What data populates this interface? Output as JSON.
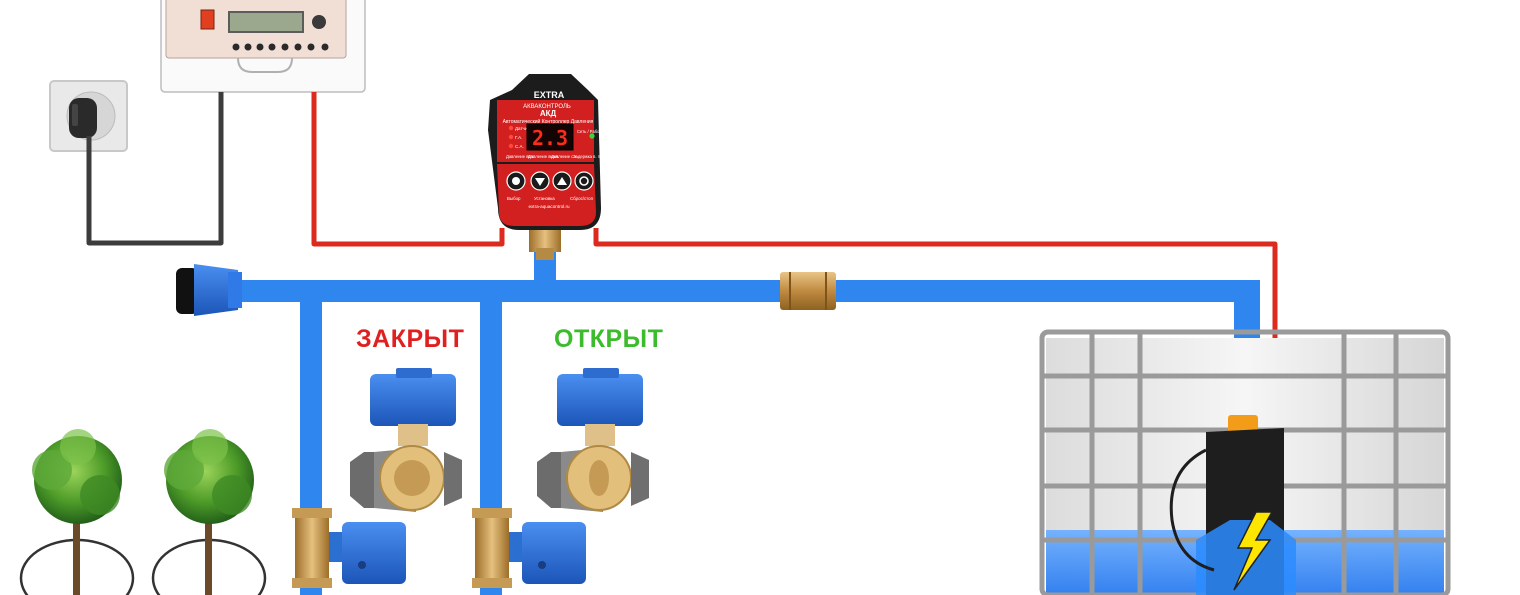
{
  "labels": {
    "closed": "ЗАКРЫТ",
    "open": "ОТКРЫТ"
  },
  "controller": {
    "brand": "EXTRA",
    "series": "АКВАКОНТРОЛЬ",
    "model": "АКД",
    "subtitle": "Автоматический Контроллер Давления",
    "display": "2.3",
    "led_labels": [
      "Датчик",
      "Г.А.",
      "С.А."
    ],
    "status_label": "Сеть / Работа",
    "param_labels": [
      "Давление вкл.",
      "Давление выкл.",
      "Давление с.х.",
      "Задержка в. п."
    ],
    "button_labels": [
      "Выбор",
      "Установка",
      "Сброс/стоп"
    ],
    "website": "extra-aquacontrol.ru"
  },
  "colors": {
    "pipe": "#2f86ee",
    "control_wire": "#dc2a1e",
    "power_wire": "#3c3c3c",
    "closed_label": "#e02020",
    "open_label": "#3cbc2c",
    "valve_actuator": "#2b6fd0",
    "brass": "#c89a52",
    "controller_body": "#1c1c1c",
    "controller_panel": "#d21f1f"
  }
}
